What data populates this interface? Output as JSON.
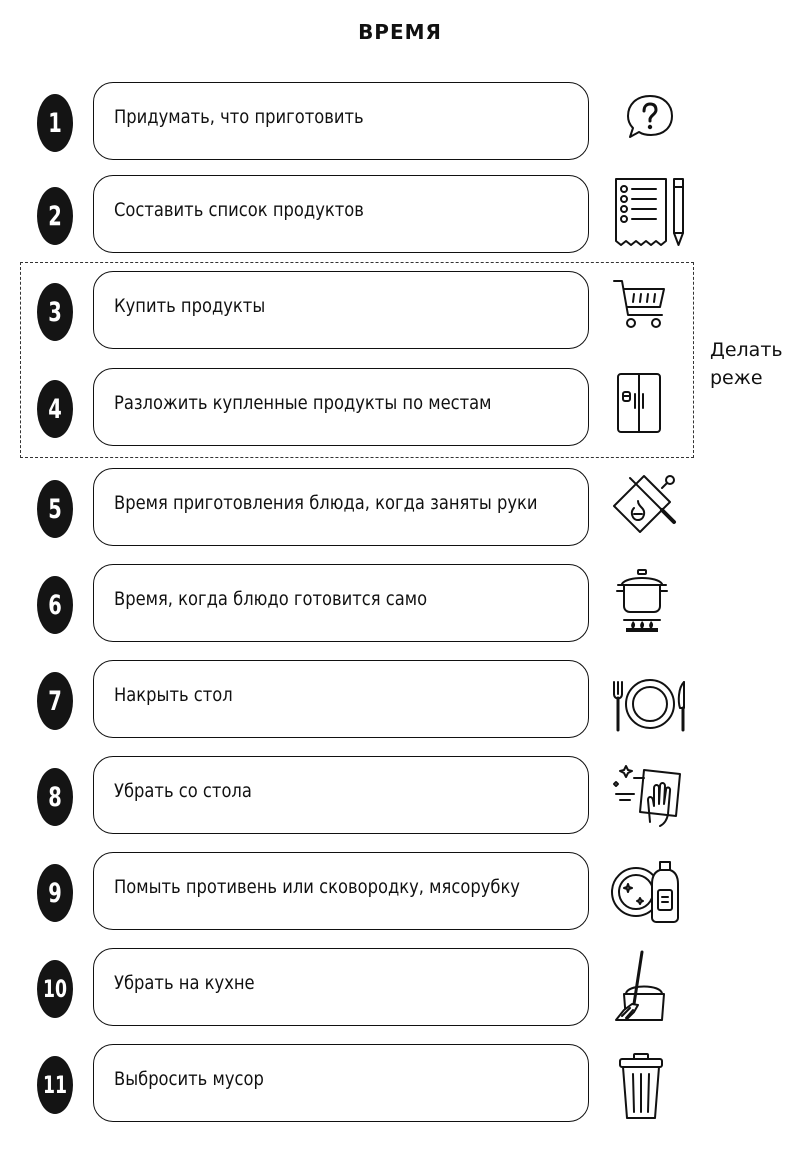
{
  "title": "ВРЕМЯ",
  "group_note": [
    "Делать",
    "реже"
  ],
  "steps": [
    {
      "number": "1",
      "label": "Придумать, что приготовить",
      "icon": "question-bubble-icon"
    },
    {
      "number": "2",
      "label": "Составить список продуктов",
      "icon": "checklist-pencil-icon"
    },
    {
      "number": "3",
      "label": "Купить продукты",
      "icon": "shopping-cart-icon"
    },
    {
      "number": "4",
      "label": "Разложить купленные продукты по местам",
      "icon": "refrigerator-icon"
    },
    {
      "number": "5",
      "label": "Время приготовления блюда, когда заняты руки",
      "icon": "cutting-board-knife-icon"
    },
    {
      "number": "6",
      "label": "Время, когда блюдо готовится само",
      "icon": "cooking-pot-icon"
    },
    {
      "number": "7",
      "label": "Накрыть стол",
      "icon": "plate-cutlery-icon"
    },
    {
      "number": "8",
      "label": "Убрать со стола",
      "icon": "wiping-cloth-icon"
    },
    {
      "number": "9",
      "label": "Помыть противень или сковородку, мясорубку",
      "icon": "dish-detergent-icon"
    },
    {
      "number": "10",
      "label": "Убрать на кухне",
      "icon": "broom-bucket-icon"
    },
    {
      "number": "11",
      "label": "Выбросить мусор",
      "icon": "trash-can-icon"
    }
  ]
}
